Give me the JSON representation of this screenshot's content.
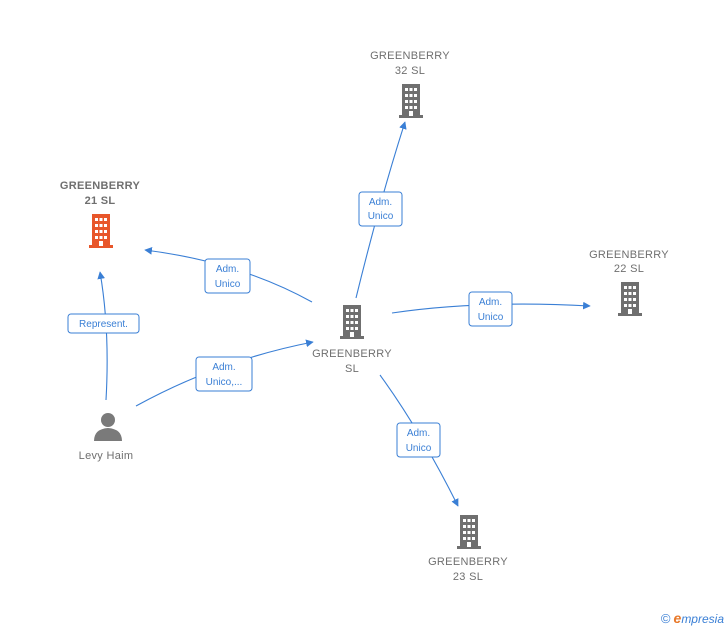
{
  "colors": {
    "edge": "#3a7fd5",
    "building": "#6f6f6f",
    "highlight": "#e8562a",
    "person": "#7a7a7a"
  },
  "nodes": {
    "center": {
      "line1": "GREENBERRY",
      "line2": "SL",
      "icon": "building-icon"
    },
    "n32": {
      "line1": "GREENBERRY",
      "line2": "32  SL",
      "icon": "building-icon"
    },
    "n21": {
      "line1": "GREENBERRY",
      "line2": "21  SL",
      "icon": "building-icon"
    },
    "n22": {
      "line1": "GREENBERRY",
      "line2": "22  SL",
      "icon": "building-icon"
    },
    "n23": {
      "line1": "GREENBERRY",
      "line2": "23  SL",
      "icon": "building-icon"
    },
    "levy": {
      "line1": "Levy Haim",
      "icon": "person-icon"
    }
  },
  "edges": {
    "e32": {
      "line1": "Adm.",
      "line2": "Unico"
    },
    "e21": {
      "line1": "Adm.",
      "line2": "Unico"
    },
    "e22": {
      "line1": "Adm.",
      "line2": "Unico"
    },
    "e23": {
      "line1": "Adm.",
      "line2": "Unico"
    },
    "elevy": {
      "line1": "Adm.",
      "line2": "Unico,..."
    },
    "erep": {
      "line1": "Represent."
    }
  },
  "footer": {
    "copyright": "©",
    "brand_e": "e",
    "brand": "mpresia"
  }
}
